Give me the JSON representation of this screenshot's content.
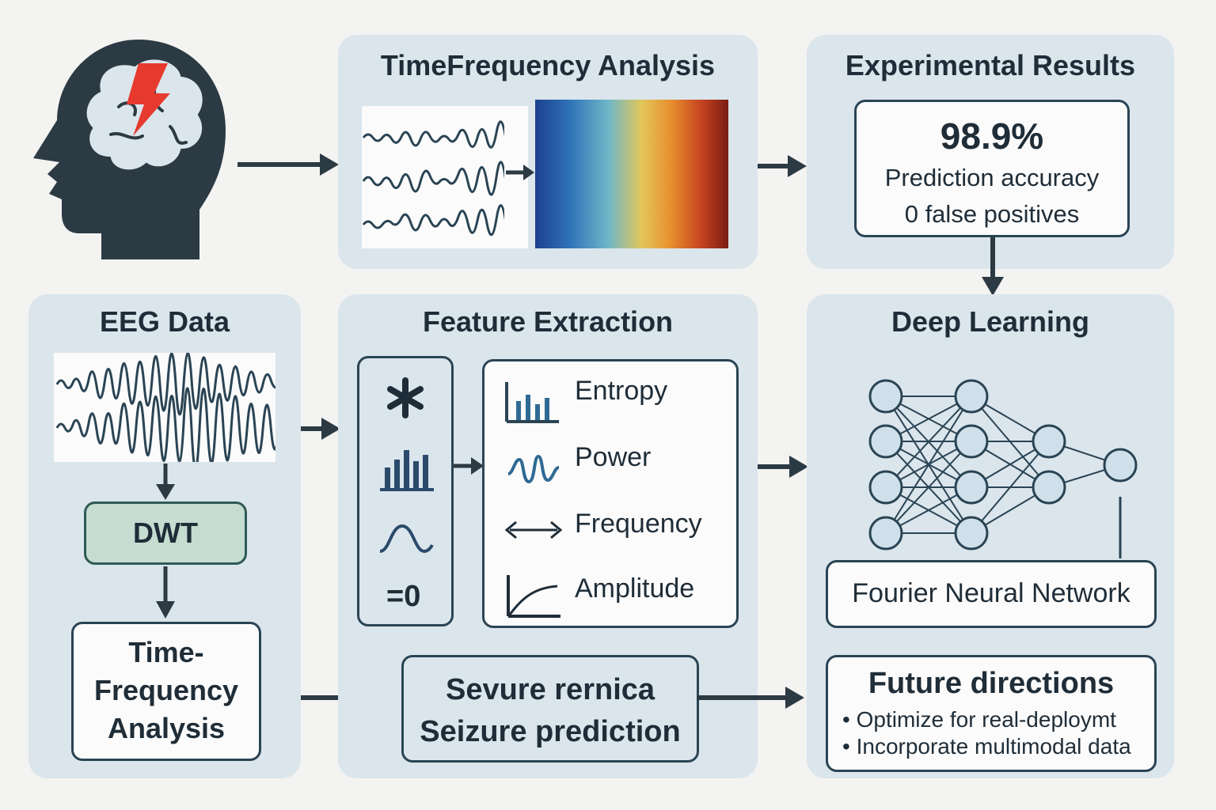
{
  "colors": {
    "background": "#f3f3f1",
    "panel": "#dbe5ec",
    "dark": "#2a4454",
    "text": "#1f2d38",
    "dwt_fill": "#c5dcd0",
    "bolt": "#e63a2e",
    "node_fill": "#cfe0ea"
  },
  "panels": {
    "tf_top": {
      "title": "TimeFrequency Analysis"
    },
    "results": {
      "title": "Experimental Results",
      "accuracy": "98.9%",
      "accuracy_label": "Prediction accuracy",
      "false_positives": "0 false positives"
    },
    "eeg": {
      "title": "EEG Data",
      "dwt": "DWT",
      "tf_line1": "Time-",
      "tf_line2": "Frequency",
      "tf_line3": "Analysis"
    },
    "features": {
      "title": "Feature Extraction",
      "items": [
        "Entropy",
        "Power",
        "Frequency",
        "Amplitude"
      ],
      "side_glyph_eq": "=0",
      "prediction_line1": "Sevure rernica",
      "prediction_line2": "Seizure prediction"
    },
    "deep": {
      "title": "Deep Learning",
      "network": "Fourier Neural Network",
      "future_title": "Future directions",
      "future_items": [
        "Optimize for real-deploymt",
        "Incorporate multimodal data"
      ]
    }
  },
  "icons": {
    "head": "brain-head-icon",
    "bolt": "lightning-bolt-icon",
    "star": "asterisk-icon",
    "bars": "bar-chart-icon",
    "wave": "sine-wave-icon",
    "arrows": "double-arrow-icon",
    "curve": "saturation-curve-icon"
  }
}
